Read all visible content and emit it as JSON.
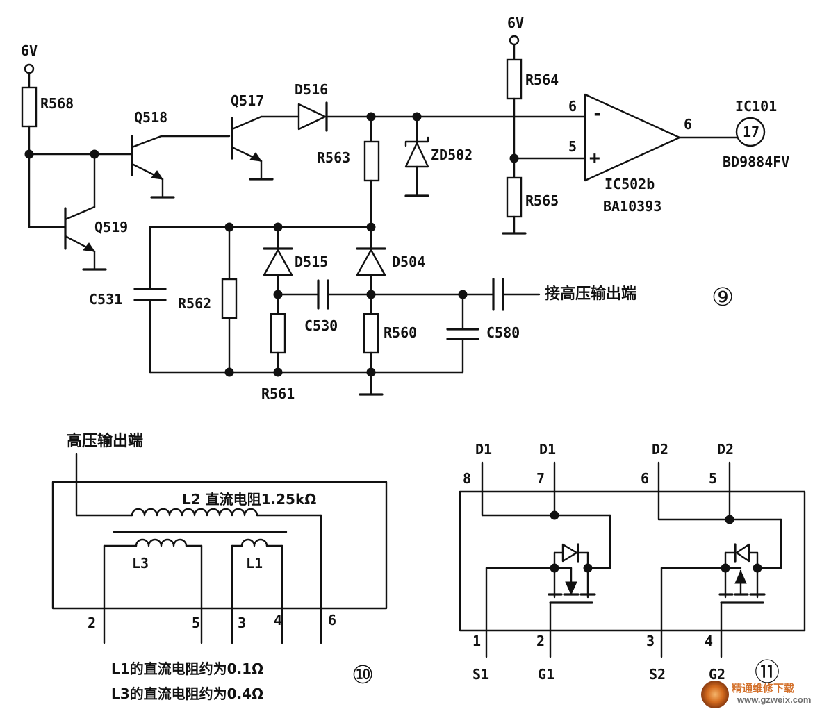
{
  "diagram9": {
    "supply_left": "6V",
    "supply_right": "6V",
    "r568": "R568",
    "q518": "Q518",
    "q517": "Q517",
    "q519": "Q519",
    "d516": "D516",
    "r564": "R564",
    "r563": "R563",
    "zd502": "ZD502",
    "r565": "R565",
    "pin6_in": "6",
    "pin5_in": "5",
    "minus": "-",
    "plus": "+",
    "pin6_out": "6",
    "ic101": "IC101",
    "pin17": "17",
    "bd9884": "BD9884FV",
    "ic502b": "IC502b",
    "ba10393": "BA10393",
    "c531": "C531",
    "r562": "R562",
    "d515": "D515",
    "d504": "D504",
    "c530": "C530",
    "r560": "R560",
    "c580": "C580",
    "r561": "R561",
    "hv_note": "接高压输出端",
    "number": "⑨"
  },
  "diagram10": {
    "hv_label": "高压输出端",
    "l2_label": "L2 直流电阻1.25kΩ",
    "l3": "L3",
    "l1": "L1",
    "p2": "2",
    "p5": "5",
    "p3": "3",
    "p4": "4",
    "p6": "6",
    "note1": "L1的直流电阻约为0.1Ω",
    "note2": "L3的直流电阻约为0.4Ω",
    "number": "⑩"
  },
  "diagram11": {
    "d1a": "D1",
    "d1b": "D1",
    "d2a": "D2",
    "d2b": "D2",
    "p8": "8",
    "p7": "7",
    "p6": "6",
    "p5": "5",
    "p1": "1",
    "p2": "2",
    "p3": "3",
    "p4": "4",
    "s1": "S1",
    "g1": "G1",
    "s2": "S2",
    "g2": "G2",
    "number": "⑪"
  },
  "watermark": {
    "cn": "精通维修下载",
    "url": "www.gzweix.com"
  }
}
